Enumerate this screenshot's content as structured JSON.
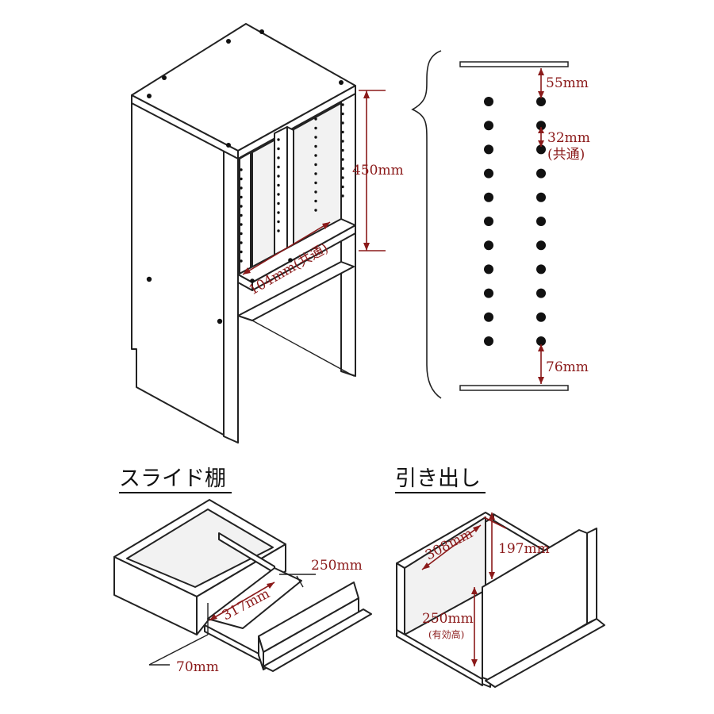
{
  "colors": {
    "dimension": "#8b1a1a",
    "line": "#222222",
    "background": "#ffffff"
  },
  "cabinet": {
    "height_label": "450mm",
    "pitch_label": "104mm(共通)"
  },
  "hole_detail": {
    "top_offset": "55mm",
    "pitch": "32mm",
    "pitch_note": "(共通)",
    "bottom_offset": "76mm",
    "rows_per_column": 11
  },
  "slide_shelf": {
    "title": "スライド棚",
    "depth_label": "317mm",
    "width_label": "250mm",
    "height_label": "70mm"
  },
  "drawer": {
    "title": "引き出し",
    "depth_label": "308mm",
    "height_label": "197mm",
    "effective_label": "250mm",
    "effective_note": "(有効高)"
  }
}
